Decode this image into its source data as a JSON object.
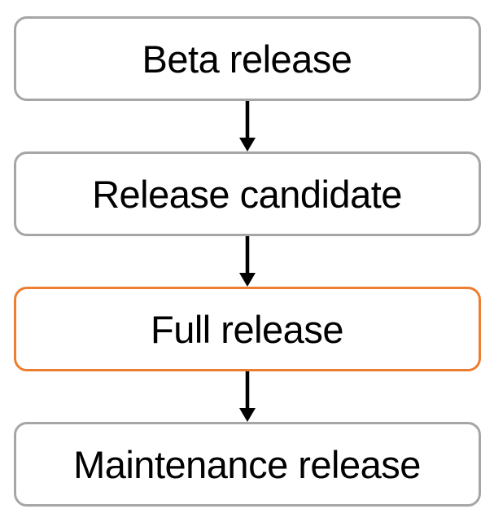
{
  "diagram": {
    "type": "flowchart",
    "direction": "top-to-bottom",
    "nodes": [
      {
        "id": "beta-release",
        "label": "Beta release",
        "border_color": "#A6A6A6",
        "highlighted": false
      },
      {
        "id": "release-candidate",
        "label": "Release candidate",
        "border_color": "#A6A6A6",
        "highlighted": false
      },
      {
        "id": "full-release",
        "label": "Full release",
        "border_color": "#ED7D31",
        "highlighted": true
      },
      {
        "id": "maintenance-release",
        "label": "Maintenance release",
        "border_color": "#A6A6A6",
        "highlighted": false
      }
    ],
    "edges": [
      {
        "from": "beta-release",
        "to": "release-candidate",
        "style": "solid-black-down-arrow"
      },
      {
        "from": "release-candidate",
        "to": "full-release",
        "style": "solid-black-down-arrow"
      },
      {
        "from": "full-release",
        "to": "maintenance-release",
        "style": "solid-black-down-arrow"
      }
    ],
    "colors": {
      "default_border": "#A6A6A6",
      "highlight_border": "#ED7D31",
      "node_fill": "#FFFFFF",
      "text": "#000000",
      "arrow": "#000000",
      "background": "#FFFFFF"
    }
  }
}
